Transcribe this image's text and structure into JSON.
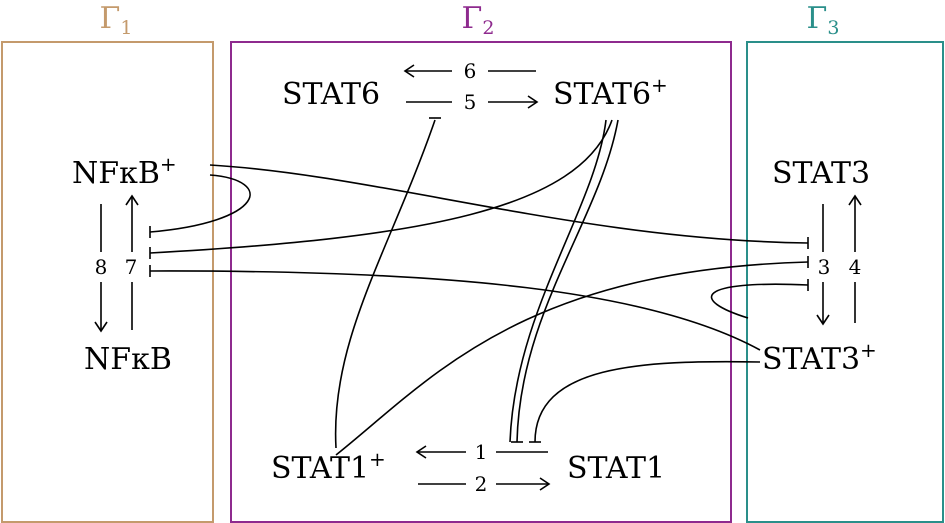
{
  "colors": {
    "gamma1": "#C49A6C",
    "gamma2": "#8E2A8E",
    "gamma3": "#2A8F8A"
  },
  "groups": [
    {
      "letter": "Γ",
      "sub": "1"
    },
    {
      "letter": "Γ",
      "sub": "2"
    },
    {
      "letter": "Γ",
      "sub": "3"
    }
  ],
  "nodes": {
    "nfkb_plus": {
      "base": "NFκB",
      "sup": "+"
    },
    "nfkb": {
      "base": "NFκB",
      "sup": ""
    },
    "stat6": {
      "base": "STAT6",
      "sup": ""
    },
    "stat6_plus": {
      "base": "STAT6",
      "sup": "+"
    },
    "stat3": {
      "base": "STAT3",
      "sup": ""
    },
    "stat3_plus": {
      "base": "STAT3",
      "sup": "+"
    },
    "stat1_plus": {
      "base": "STAT1",
      "sup": "+"
    },
    "stat1": {
      "base": "STAT1",
      "sup": ""
    }
  },
  "transitions": [
    "1",
    "2",
    "3",
    "4",
    "5",
    "6",
    "7",
    "8"
  ]
}
